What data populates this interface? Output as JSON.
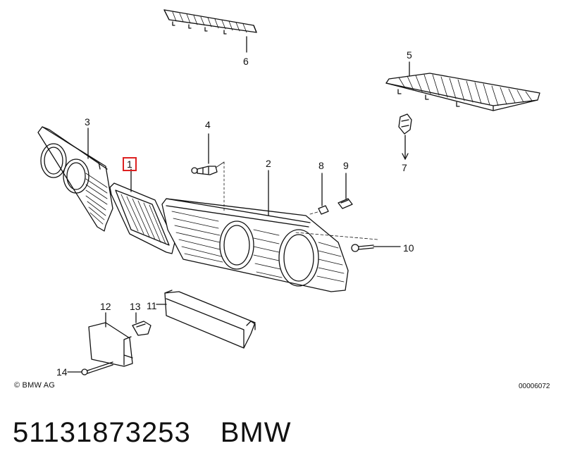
{
  "callouts": {
    "c1": "1",
    "c2": "2",
    "c3": "3",
    "c4": "4",
    "c5": "5",
    "c6": "6",
    "c7": "7",
    "c8": "8",
    "c9": "9",
    "c10": "10",
    "c11": "11",
    "c12": "12",
    "c13": "13",
    "c14": "14"
  },
  "highlighted_callout": "1",
  "highlight_color": "#dd2222",
  "copyright": "© BMW AG",
  "diagram_number": "00006072",
  "caption": {
    "part_number": "51131873253",
    "brand": "BMW"
  }
}
